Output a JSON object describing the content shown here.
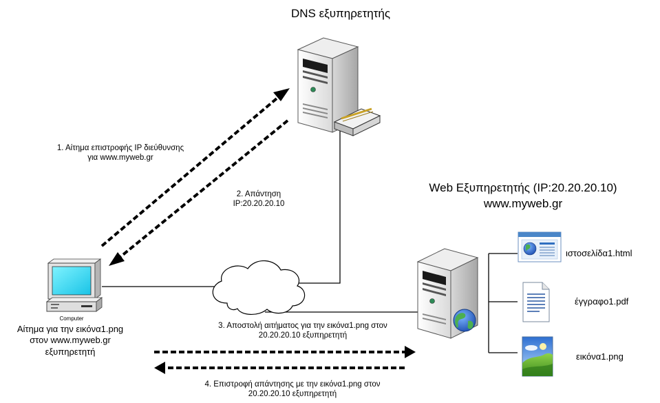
{
  "dns_server": {
    "title": "DNS εξυπηρετητής"
  },
  "web_server": {
    "title_line1": "Web Εξυπηρετητής (IP:20.20.20.10)",
    "title_line2": "www.myweb.gr"
  },
  "client": {
    "device_label": "Computer",
    "request_line1": "Αίτημα για την εικόνα1.png",
    "request_line2": "στον www.myweb.gr",
    "request_line3": "εξυπηρετητή"
  },
  "steps": {
    "step1_line1": "1. Αίτημα επιστροφής IP διεύθυνσης",
    "step1_line2": "για www.myweb.gr",
    "step2_line1": "2. Απάντηση",
    "step2_line2": "IP:20.20.20.10",
    "step3_line1": "3. Αποστολή αιτήματος για την εικόνα1.png στον",
    "step3_line2": "20.20.20.10 εξυπηρετητή",
    "step4_line1": "4. Επιστροφή απάντησης με την εικόνα1.png στον",
    "step4_line2": "20.20.20.10 εξυπηρετητή"
  },
  "files": [
    {
      "name": "ιστοσελίδα1.html",
      "icon": "webpage-icon"
    },
    {
      "name": "έγγραφο1.pdf",
      "icon": "document-icon"
    },
    {
      "name": "εικόνα1.png",
      "icon": "image-icon"
    }
  ]
}
